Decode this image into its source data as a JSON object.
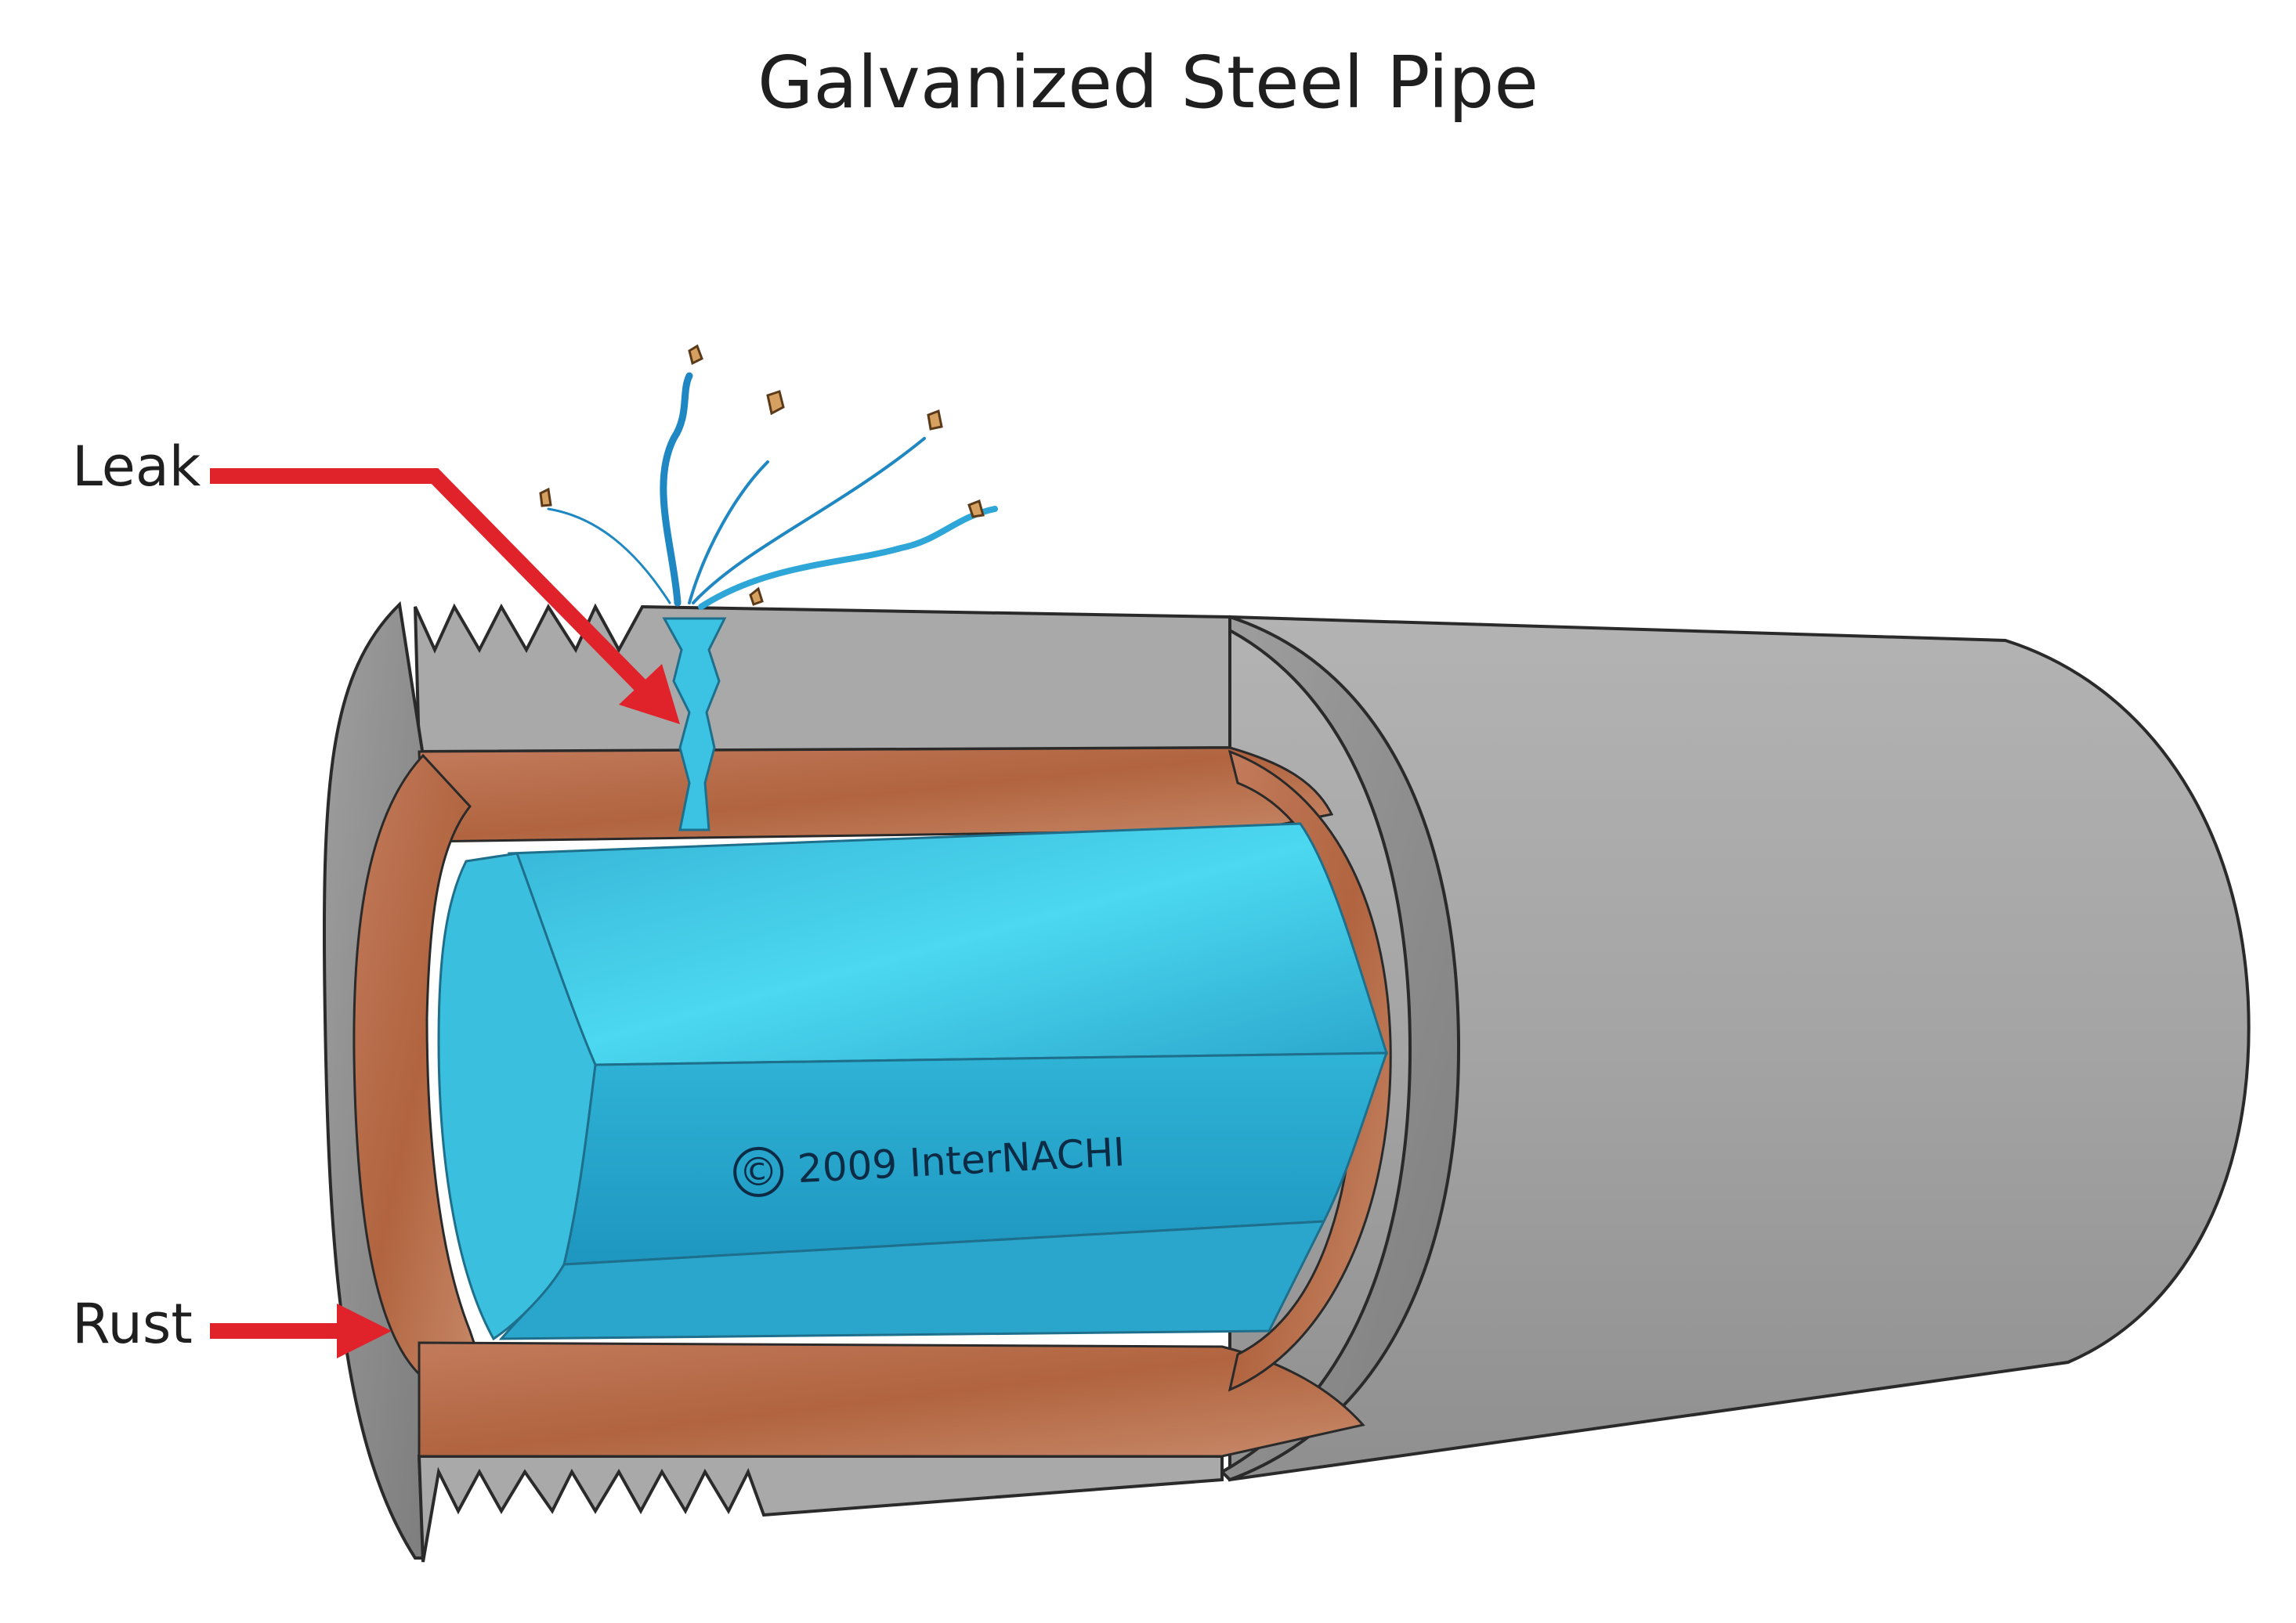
{
  "title": "Galvanized Steel Pipe",
  "callouts": {
    "leak": "Leak",
    "rust": "Rust"
  },
  "watermark": "2009  InterNACHI",
  "copyright_symbol": "©",
  "colors": {
    "steel": "#a9a9a9",
    "steel_dark": "#8e8e8e",
    "rust": "#b66a4c",
    "water": "#31b8d8",
    "water_light": "#4fd6ef",
    "arrow": "#e0232b",
    "outline": "#2a2a2a"
  }
}
